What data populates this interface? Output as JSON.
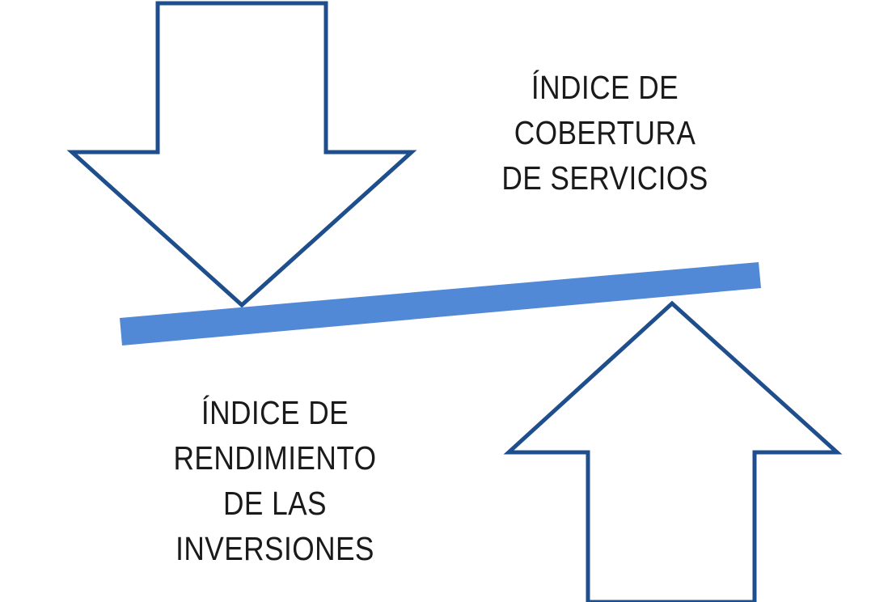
{
  "colors": {
    "arrow_outline": "#1F4E8C",
    "arrow_fill": "#FFFFFF",
    "beam": "#5189D6",
    "text": "#1A1A1A"
  },
  "shapes": {
    "down_arrow": "block-arrow-down",
    "up_arrow": "block-arrow-up",
    "beam": "tilted-bar"
  },
  "labels": {
    "top": [
      "ÍNDICE DE",
      "COBERTURA",
      "DE SERVICIOS"
    ],
    "bottom": [
      "ÍNDICE DE",
      "RENDIMIENTO",
      "DE LAS",
      "INVERSIONES"
    ]
  }
}
